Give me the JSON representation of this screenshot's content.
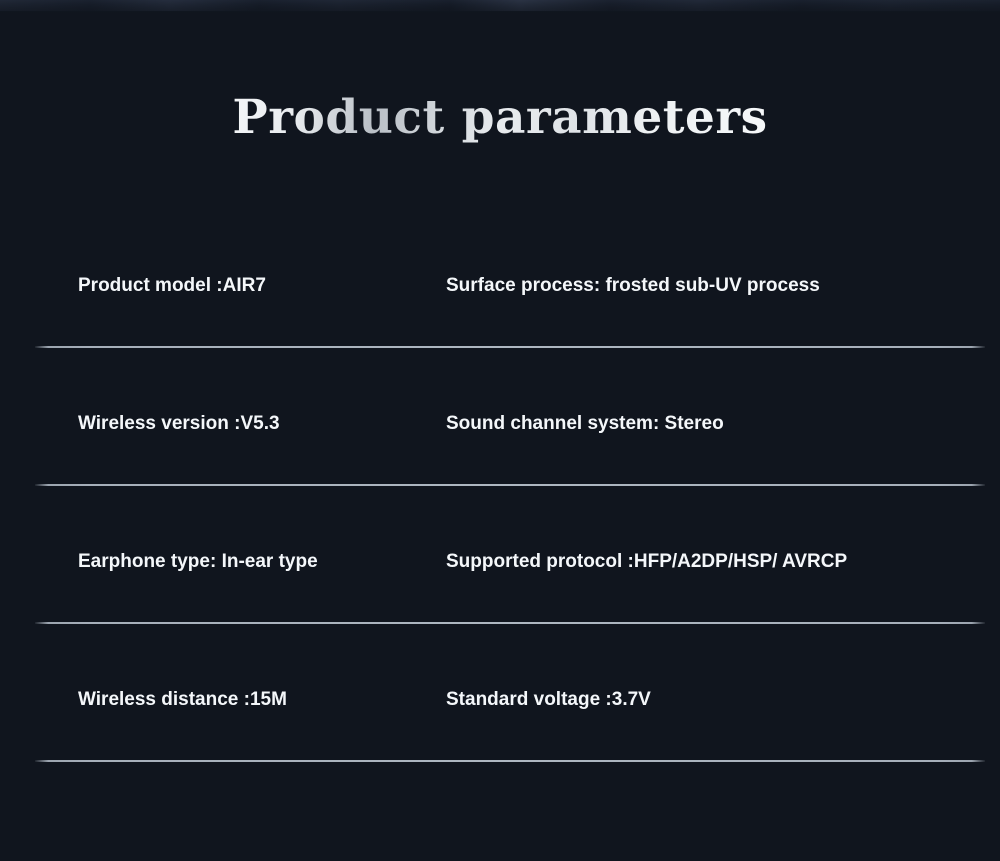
{
  "page": {
    "title": "Product parameters",
    "background_color": "#10151e",
    "text_color": "#f4f7fa",
    "divider_color": "#a6afba"
  },
  "specs": {
    "rows": [
      {
        "left": "Product model :AIR7",
        "right": "Surface process: frosted sub-UV process"
      },
      {
        "left": "Wireless version :V5.3",
        "right": "Sound channel system: Stereo"
      },
      {
        "left": "Earphone type: In-ear type",
        "right": "Supported protocol :HFP/A2DP/HSP/ AVRCP"
      },
      {
        "left": "Wireless distance :15M",
        "right": "Standard voltage :3.7V"
      }
    ]
  }
}
